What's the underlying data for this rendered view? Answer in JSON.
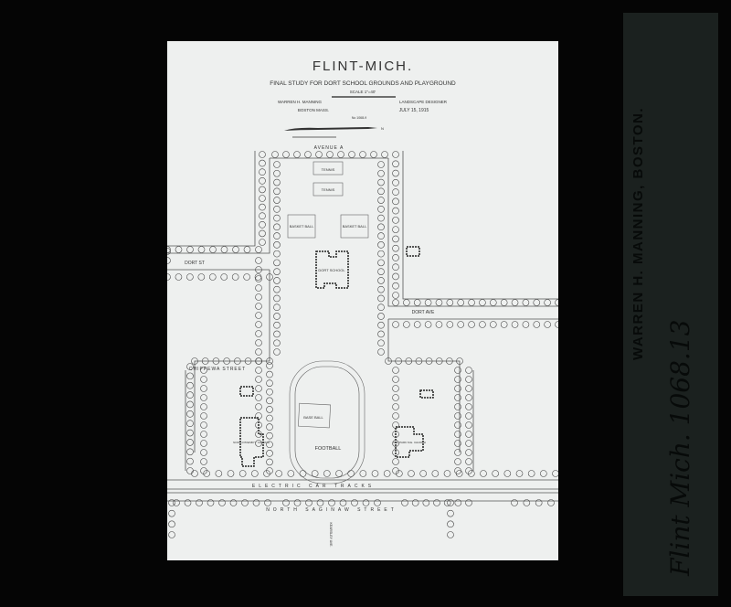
{
  "slide": {
    "title": "FLINT-MICH.",
    "subtitle": "FINAL STUDY FOR DORT SCHOOL GROUNDS AND PLAYGROUND",
    "scale": "SCALE 1\"=40'",
    "designer": "WARREN H. MANNING",
    "designer_role": "LANDSCAPE DESIGNER",
    "location": "BOSTON MASS.",
    "date": "JULY 15, 1915",
    "number": "No 1068-9",
    "north": "N",
    "labels": {
      "avenue_a": "AVENUE A",
      "tennis1": "TENNIS",
      "tennis2": "TENNIS",
      "basket1": "BASKET BALL",
      "basket2": "BASKET BALL",
      "school": "DORT SCHOOL",
      "dort_st": "DORT ST",
      "dort_ave": "DORT AVE",
      "chippewa": "CHIPPEWA STREET",
      "baseball": "BASE BALL",
      "football": "FOOTBALL",
      "north_church": "NORTH PRESBYT. CHURCH",
      "oak_park": "OAK PARK M.E. CHURCH",
      "electric": "ELECTRIC CAR TRACKS",
      "north_saginaw": "NORTH SAGINAW STREET",
      "kearsley": "KEARSLEY AVE."
    }
  },
  "slide_label": {
    "printed": "WARREN H. MANNING, BOSTON.",
    "handwritten": "Flint Mich. 1068.13"
  }
}
